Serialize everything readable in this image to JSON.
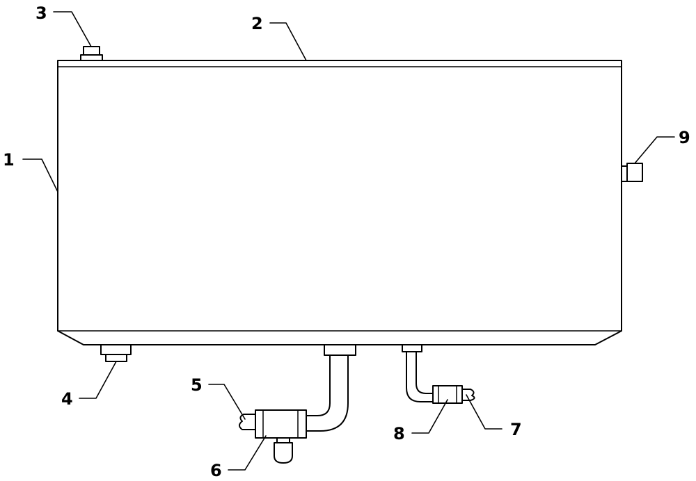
{
  "callouts": [
    {
      "id": "1",
      "label": "1"
    },
    {
      "id": "2",
      "label": "2"
    },
    {
      "id": "3",
      "label": "3"
    },
    {
      "id": "4",
      "label": "4"
    },
    {
      "id": "5",
      "label": "5"
    },
    {
      "id": "6",
      "label": "6"
    },
    {
      "id": "7",
      "label": "7"
    },
    {
      "id": "8",
      "label": "8"
    },
    {
      "id": "9",
      "label": "9"
    }
  ],
  "colors": {
    "stroke": "#000000",
    "fill": "#ffffff"
  }
}
